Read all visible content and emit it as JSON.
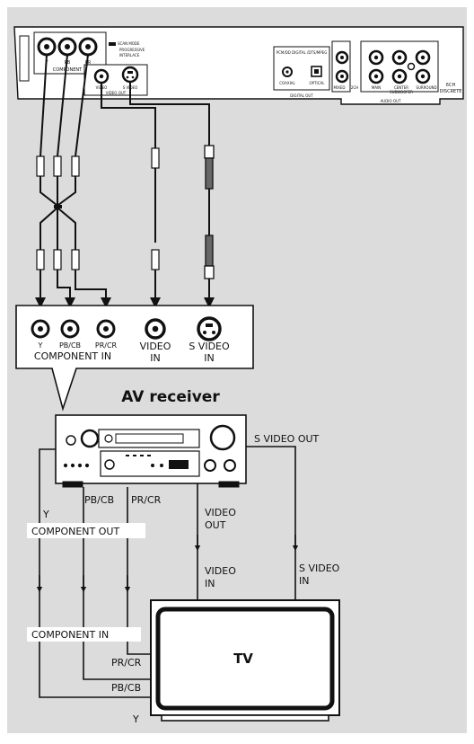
{
  "player_panel": {
    "component_jacks": [
      "Y",
      "PB",
      "PR"
    ],
    "component_label": "COMPONENT",
    "video_label": "VIDEO",
    "svideo_label": "S VIDEO",
    "video_out_label": "VIDEO OUT",
    "scan_mode": "SCAN MODE",
    "progressive": "PROGRESSIVE",
    "interlace": "INTERLACE",
    "digital_format": "PCM/DD DIGITAL /DTS/MPEG",
    "coaxial": "COAXIAL",
    "optical": "OPTICAL",
    "digital_out": "DIGITAL OUT",
    "mixed": "MIXED",
    "ch2": "2CH",
    "main": "MAIN",
    "center": "CENTER",
    "subwoofer": "SUBWOOFER",
    "surround": "SURROUND",
    "audio_out": "AUDIO OUT",
    "discrete_1": "6CH",
    "discrete_2": "DISCRETE"
  },
  "receiver_inputs": {
    "y": "Y",
    "pb": "PB/CB",
    "pr": "PR/CR",
    "component_in": "COMPONENT IN",
    "video_1": "VIDEO",
    "video_2": "IN",
    "svideo_1": "S VIDEO",
    "svideo_2": "IN"
  },
  "receiver_title": "AV receiver",
  "svideo_out": "S VIDEO OUT",
  "component_out": "COMPONENT OUT",
  "video_out_1": "VIDEO",
  "video_out_2": "OUT",
  "pb_top": "PB/CB",
  "pr_top": "PR/CR",
  "y_left": "Y",
  "tv_video_in_1": "VIDEO",
  "tv_video_in_2": "IN",
  "tv_svideo_in_1": "S VIDEO",
  "tv_svideo_in_2": "IN",
  "tv_component_in": "COMPONENT IN",
  "tv_pr": "PR/CR",
  "tv_pb": "PB/CB",
  "tv_y": "Y",
  "tv_label": "TV",
  "colors": {
    "background": "#dcdcdc",
    "line": "#111111"
  }
}
